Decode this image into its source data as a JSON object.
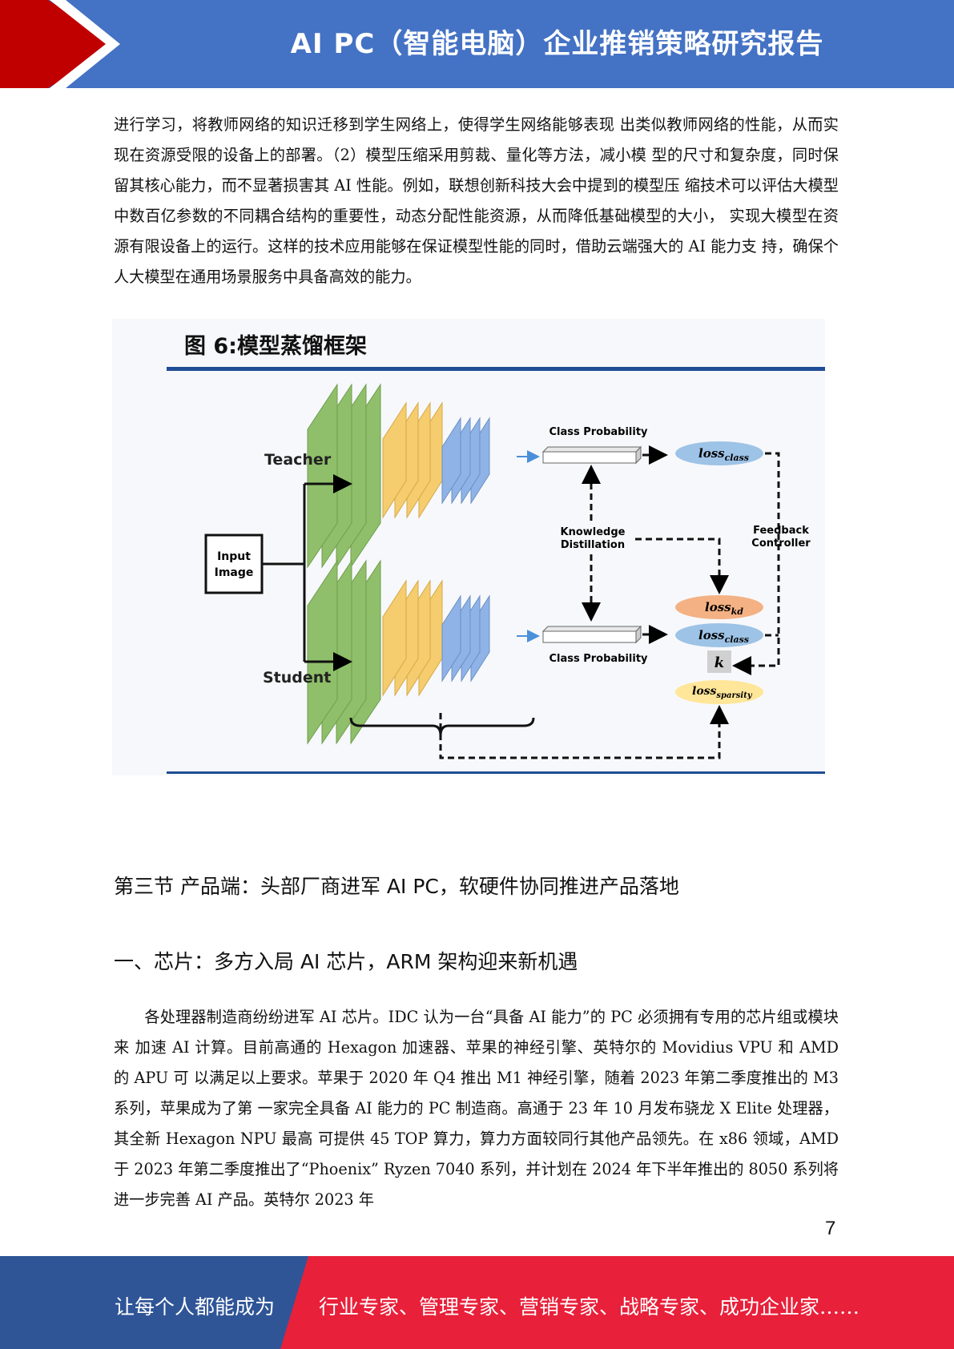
{
  "header": {
    "title": "AI PC（智能电脑）企业推销策略研究报告"
  },
  "intro_paragraph": "进行学习，将教师网络的知识迁移到学生网络上，使得学生网络能够表现 出类似教师网络的性能，从而实现在资源受限的设备上的部署。（2）模型压缩采用剪裁、量化等方法，减小模 型的尺寸和复杂度，同时保留其核心能力，而不显著损害其 AI 性能。例如，联想创新科技大会中提到的模型压 缩技术可以评估大模型中数百亿参数的不同耦合结构的重要性，动态分配性能资源，从而降低基础模型的大小， 实现大模型在资源有限设备上的运行。这样的技术应用能够在保证模型性能的同时，借助云端强大的 AI 能力支 持，确保个人大模型在通用场景服务中具备高效的能力。",
  "figure": {
    "title": "图 6:模型蒸馏框架",
    "teacher_label": "Teacher",
    "student_label": "Student",
    "input_line1": "Input",
    "input_line2": "Image",
    "class_prob_top": "Class Probability",
    "class_prob_bottom": "Class Probability",
    "kd_line1": "Knowledge",
    "kd_line2": "Distillation",
    "fb_line1": "Feedback",
    "fb_line2": "Controller",
    "loss_word": "loss",
    "sub_class": "class",
    "sub_kd": "kd",
    "sub_sparsity": "sparsity",
    "k_label": "k",
    "colors": {
      "green": "#8fbf6a",
      "yellow": "#f5cd6e",
      "blue": "#8fb3e6",
      "ellipse_blue": "#9dc3e6",
      "ellipse_orange": "#f4b183",
      "ellipse_yellow": "#ffe699",
      "rule": "#1f4e96"
    }
  },
  "section_title": "第三节 产品端：头部厂商进军 AI PC，软硬件协同推进产品落地",
  "subsection_title": "一、芯片：多方入局 AI 芯片，ARM 架构迎来新机遇",
  "body_paragraph": "各处理器制造商纷纷进军 AI 芯片。IDC 认为一台“具备 AI 能力”的 PC 必须拥有专用的芯片组或模块来 加速 AI 计算。目前高通的 Hexagon 加速器、苹果的神经引擎、英特尔的 Movidius VPU 和 AMD 的 APU 可 以满足以上要求。苹果于 2020 年 Q4 推出 M1 神经引擎，随着 2023 年第二季度推出的 M3 系列，苹果成为了第 一家完全具备 AI 能力的 PC 制造商。高通于 23 年 10 月发布骁龙 X Elite 处理器，其全新 Hexagon NPU 最高 可提供 45 TOP 算力，算力方面较同行其他产品领先。在 x86 领域，AMD 于 2023 年第二季度推出了“Phoenix” Ryzen 7040 系列，并计划在 2024 年下半年推出的 8050 系列将进一步完善 AI 产品。英特尔 2023 年",
  "page_number": "7",
  "footer": {
    "slogan_left": "让每个人都能成为",
    "slogan_right": "行业专家、管理专家、营销专家、战略专家、成功企业家……",
    "colors": {
      "blue": "#2f5597",
      "red": "#e8203a"
    }
  }
}
